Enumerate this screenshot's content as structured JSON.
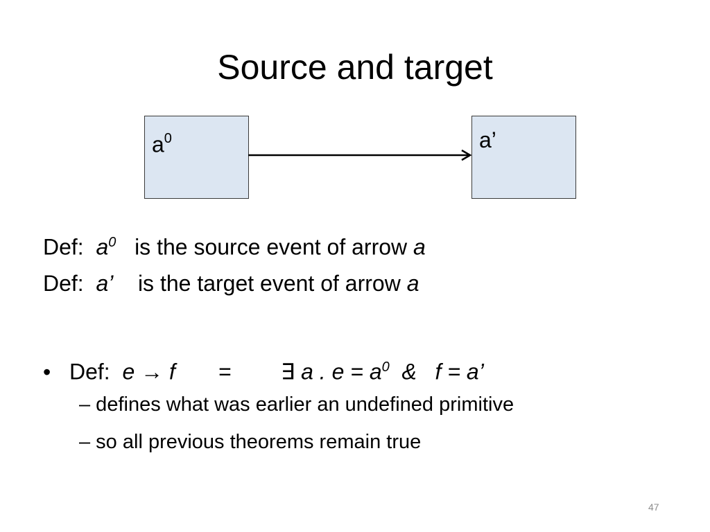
{
  "title": "Source and target",
  "diagram": {
    "source_label": "a",
    "source_sup": "0",
    "target_label": "a’"
  },
  "defs": [
    {
      "prefix": "Def:  ",
      "symbol": "a",
      "sup": "0",
      "text": "   is the source event of arrow ",
      "var": "a"
    },
    {
      "prefix": "Def:  ",
      "symbol": "a’",
      "sup": "",
      "text": "    is the target event of arrow ",
      "var": "a"
    }
  ],
  "bullet": {
    "dot": "•",
    "prefix": "Def:  ",
    "e": "e",
    "arrow": " → ",
    "f": "f",
    "equals": "       =        ",
    "exists": "∃",
    "rhs1": " a . e = a",
    "rhs_sup": "0",
    "rhs2": "  &   f = a’"
  },
  "subs": [
    "– defines what was earlier an undefined primitive",
    "– so all previous theorems remain true"
  ],
  "page_number": "47"
}
